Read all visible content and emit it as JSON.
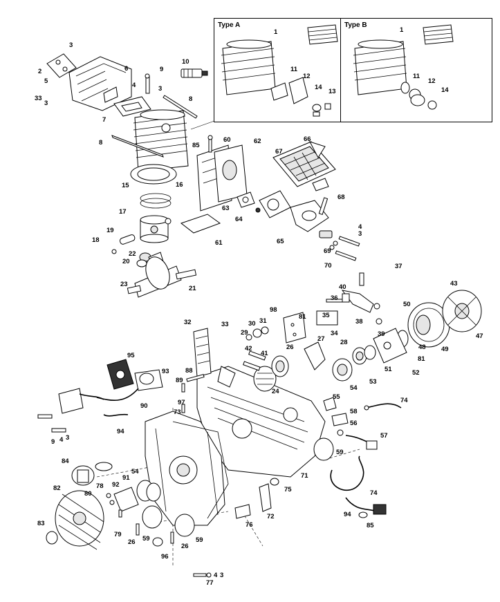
{
  "inset_a": {
    "title": "Type A",
    "callouts": [
      "1",
      "11",
      "12",
      "14",
      "13"
    ]
  },
  "inset_b": {
    "title": "Type B",
    "callouts": [
      "1",
      "11",
      "12",
      "14"
    ]
  },
  "callouts": {
    "c3a": "3",
    "c2": "2",
    "c5": "5",
    "c6": "6",
    "c33a": "33",
    "c3b": "3",
    "c7": "7",
    "c9a": "9",
    "c4a": "4",
    "c3c": "3",
    "c10": "10",
    "c8a": "8",
    "c8b": "8",
    "c85": "85",
    "c60": "60",
    "c62": "62",
    "c66": "66",
    "c67": "67",
    "c15": "15",
    "c16": "16",
    "c17": "17",
    "c63": "63",
    "c64": "64",
    "c68": "68",
    "c61": "61",
    "c19": "19",
    "c18": "18",
    "c22": "22",
    "c20": "20",
    "c65": "65",
    "c4b": "4",
    "c3d": "3",
    "c69": "69",
    "c70": "70",
    "c23": "23",
    "c21": "21",
    "c37": "37",
    "c40": "40",
    "c43": "43",
    "c36": "36",
    "c50": "50",
    "c98": "98",
    "c35": "35",
    "c81a": "81",
    "c34": "34",
    "c38": "38",
    "c39": "39",
    "c47": "47",
    "c32": "32",
    "c33b": "33",
    "c30": "30",
    "c31": "31",
    "c29": "29",
    "c27": "27",
    "c28": "28",
    "c26a": "26",
    "c48": "48",
    "c81b": "81",
    "c49": "49",
    "c95": "95",
    "c42": "42",
    "c41": "41",
    "c51": "51",
    "c52": "52",
    "c53": "53",
    "c54a": "54",
    "c24": "24",
    "c93": "93",
    "c88": "88",
    "c89": "89",
    "c97": "97",
    "c55": "55",
    "c74a": "74",
    "c90": "90",
    "c73": "73",
    "c58": "58",
    "c56": "56",
    "c94a": "94",
    "c9b": "9",
    "c4c": "4",
    "c3e": "3",
    "c57": "57",
    "c59a": "59",
    "c84": "84",
    "c71": "71",
    "c78": "78",
    "c54b": "54",
    "c91": "91",
    "c80": "80",
    "c92": "92",
    "c82": "82",
    "c75": "75",
    "c72": "72",
    "c74b": "74",
    "c94b": "94",
    "c85b": "85",
    "c76": "76",
    "c83": "83",
    "c79": "79",
    "c26b": "26",
    "c59b": "59",
    "c26c": "26",
    "c59c": "59",
    "c96": "96",
    "c3f": "3",
    "c4d": "4",
    "c77": "77"
  }
}
